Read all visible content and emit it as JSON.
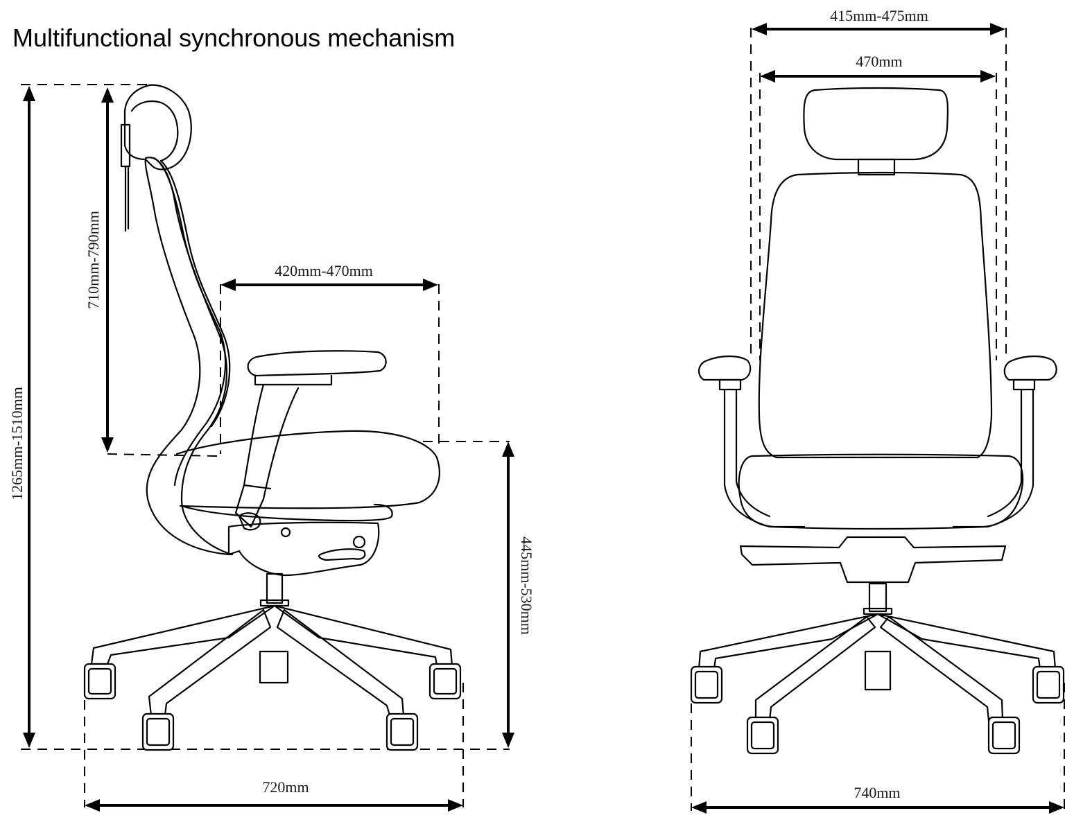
{
  "title": "Multifunctional synchronous mechanism",
  "side_view": {
    "total_height": "1265mm-1510mm",
    "back_height": "710mm-790mm",
    "seat_depth": "420mm-470mm",
    "seat_height": "445mm-530mm",
    "base_width": "720mm"
  },
  "front_view": {
    "overall_width": "415mm-475mm",
    "back_width": "470mm",
    "base_width": "740mm"
  }
}
